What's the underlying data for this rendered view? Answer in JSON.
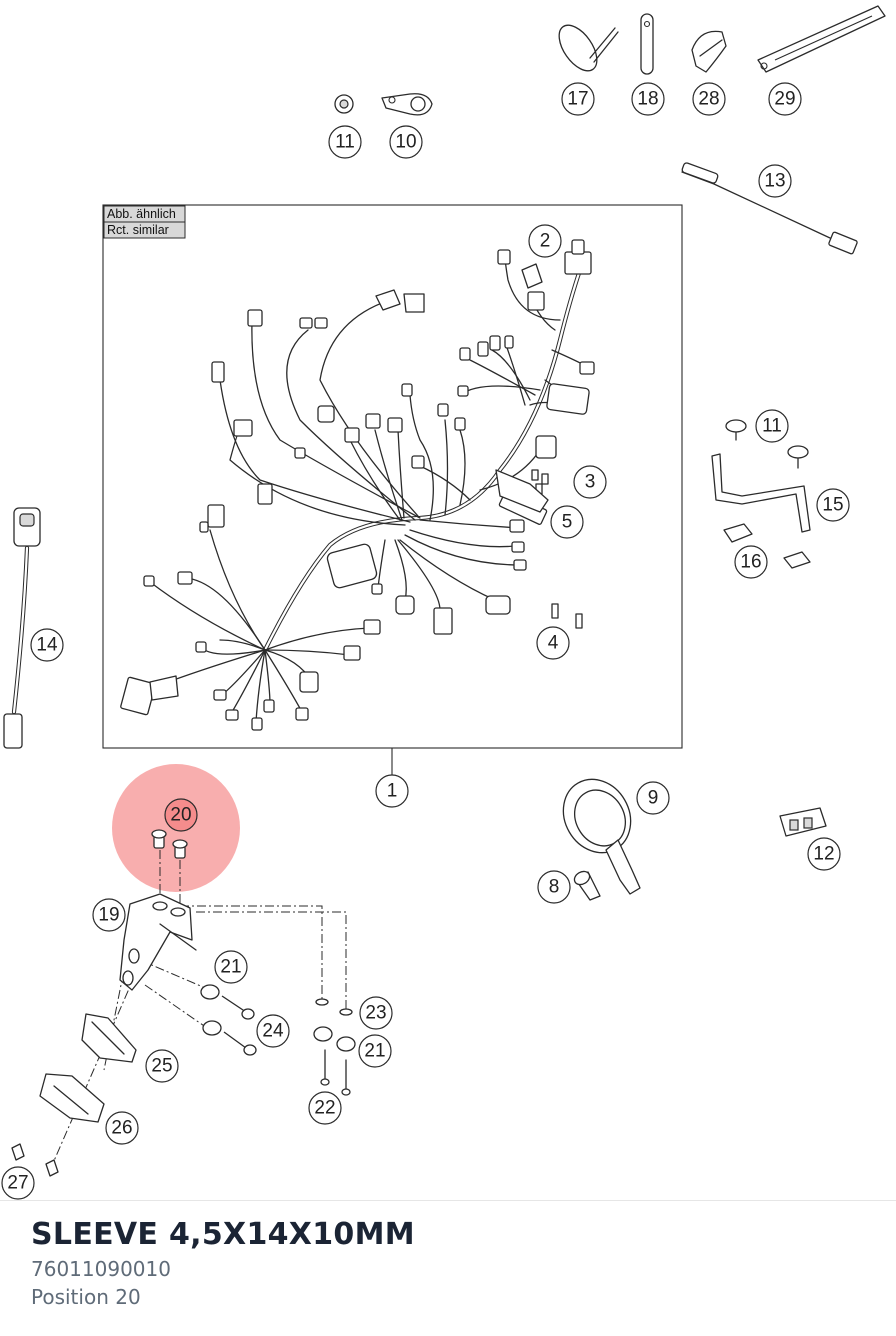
{
  "diagram": {
    "note_de": "Abb. ähnlich",
    "note_en": "Rct. similar",
    "highlight_color": "#f26b6b",
    "callouts": [
      {
        "label": "1"
      },
      {
        "label": "2"
      },
      {
        "label": "3"
      },
      {
        "label": "4"
      },
      {
        "label": "5"
      },
      {
        "label": "8"
      },
      {
        "label": "9"
      },
      {
        "label": "10"
      },
      {
        "label": "11"
      },
      {
        "label": "11"
      },
      {
        "label": "12"
      },
      {
        "label": "13"
      },
      {
        "label": "14"
      },
      {
        "label": "15"
      },
      {
        "label": "16"
      },
      {
        "label": "17"
      },
      {
        "label": "18"
      },
      {
        "label": "19"
      },
      {
        "label": "20"
      },
      {
        "label": "21"
      },
      {
        "label": "21"
      },
      {
        "label": "22"
      },
      {
        "label": "23"
      },
      {
        "label": "24"
      },
      {
        "label": "25"
      },
      {
        "label": "26"
      },
      {
        "label": "27"
      },
      {
        "label": "28"
      },
      {
        "label": "29"
      }
    ]
  },
  "selected_part": {
    "title": "SLEEVE 4,5X14X10MM",
    "number": "76011090010",
    "position": "Position 20"
  }
}
